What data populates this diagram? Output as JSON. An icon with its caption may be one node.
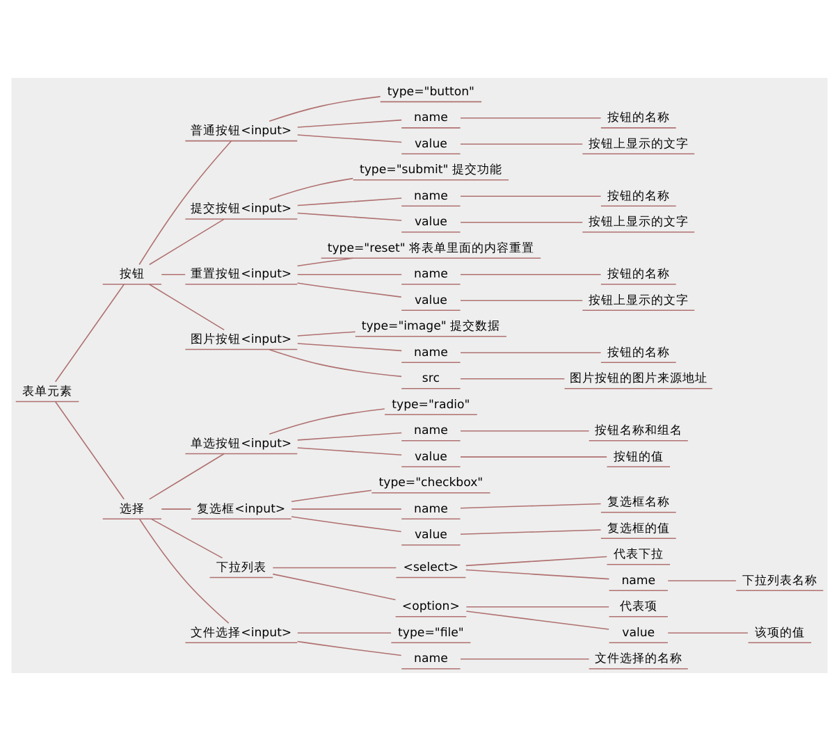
{
  "diagram": {
    "nodes": [
      {
        "text": [
          "表单元素"
        ]
      },
      {
        "text": [
          "按钮"
        ]
      },
      {
        "text": [
          "普通按钮<input>"
        ]
      },
      {
        "text": [
          "type=\"button\""
        ]
      },
      {
        "text": [
          "name"
        ]
      },
      {
        "text": [
          "按钮的名称"
        ]
      },
      {
        "text": [
          "value"
        ]
      },
      {
        "text": [
          "按钮上显示的文字"
        ]
      },
      {
        "text": [
          "提交按钮<input>"
        ]
      },
      {
        "text": [
          "type=\"submit\" 提交功能"
        ]
      },
      {
        "text": [
          "name"
        ]
      },
      {
        "text": [
          "按钮的名称"
        ]
      },
      {
        "text": [
          "value"
        ]
      },
      {
        "text": [
          "按钮上显示的文字"
        ]
      },
      {
        "text": [
          "重置按钮<input>"
        ]
      },
      {
        "text": [
          "type=\"reset\" 将表单里面的内容重置"
        ]
      },
      {
        "text": [
          "name"
        ]
      },
      {
        "text": [
          "按钮的名称"
        ]
      },
      {
        "text": [
          "value"
        ]
      },
      {
        "text": [
          "按钮上显示的文字"
        ]
      },
      {
        "text": [
          "图片按钮<input>"
        ]
      },
      {
        "text": [
          "type=\"image\" 提交数据"
        ]
      },
      {
        "text": [
          "name"
        ]
      },
      {
        "text": [
          "按钮的名称"
        ]
      },
      {
        "text": [
          "src"
        ]
      },
      {
        "text": [
          "图片按钮的图片来源地址"
        ]
      },
      {
        "text": [
          "选择"
        ]
      },
      {
        "text": [
          "单选按钮<input>"
        ]
      },
      {
        "text": [
          "type=\"radio\""
        ]
      },
      {
        "text": [
          "name"
        ]
      },
      {
        "text": [
          "按钮名称和组名"
        ]
      },
      {
        "text": [
          "value"
        ]
      },
      {
        "text": [
          "按钮的值"
        ]
      },
      {
        "text": [
          "复选框<input>"
        ]
      },
      {
        "text": [
          "type=\"checkbox\""
        ]
      },
      {
        "text": [
          "name"
        ]
      },
      {
        "text": [
          "复选框名称"
        ]
      },
      {
        "text": [
          "value"
        ]
      },
      {
        "text": [
          "复选框的值"
        ]
      },
      {
        "text": [
          "下拉列表"
        ]
      },
      {
        "text": [
          "<select>"
        ]
      },
      {
        "text": [
          "代表下拉"
        ]
      },
      {
        "text": [
          "name"
        ]
      },
      {
        "text": [
          "下拉列表名称"
        ]
      },
      {
        "text": [
          "<option>"
        ]
      },
      {
        "text": [
          "代表项"
        ]
      },
      {
        "text": [
          "value"
        ]
      },
      {
        "text": [
          "该项的值"
        ]
      },
      {
        "text": [
          "文件选择<input>"
        ]
      },
      {
        "text": [
          "type=\"file\""
        ]
      },
      {
        "text": [
          "name"
        ]
      },
      {
        "text": [
          "文件选择的名称"
        ]
      }
    ],
    "edges": [
      {
        "from": 0,
        "to": 1,
        "arrow": "none"
      },
      {
        "from": 1,
        "to": 2,
        "arrow": "none"
      },
      {
        "from": 2,
        "to": 3,
        "arrow": "none"
      },
      {
        "from": 2,
        "to": 4,
        "arrow": "none"
      },
      {
        "from": 4,
        "to": 5,
        "arrow": "none"
      },
      {
        "from": 2,
        "to": 6,
        "arrow": "none"
      },
      {
        "from": 6,
        "to": 7,
        "arrow": "none"
      },
      {
        "from": 1,
        "to": 8,
        "arrow": "none"
      },
      {
        "from": 8,
        "to": 9,
        "arrow": "none"
      },
      {
        "from": 8,
        "to": 10,
        "arrow": "none"
      },
      {
        "from": 10,
        "to": 11,
        "arrow": "none"
      },
      {
        "from": 8,
        "to": 12,
        "arrow": "none"
      },
      {
        "from": 12,
        "to": 13,
        "arrow": "none"
      },
      {
        "from": 1,
        "to": 14,
        "arrow": "none"
      },
      {
        "from": 14,
        "to": 15,
        "arrow": "none"
      },
      {
        "from": 14,
        "to": 16,
        "arrow": "none"
      },
      {
        "from": 16,
        "to": 17,
        "arrow": "none"
      },
      {
        "from": 14,
        "to": 18,
        "arrow": "none"
      },
      {
        "from": 18,
        "to": 19,
        "arrow": "none"
      },
      {
        "from": 1,
        "to": 20,
        "arrow": "none"
      },
      {
        "from": 20,
        "to": 21,
        "arrow": "none"
      },
      {
        "from": 20,
        "to": 22,
        "arrow": "none"
      },
      {
        "from": 22,
        "to": 23,
        "arrow": "none"
      },
      {
        "from": 20,
        "to": 24,
        "arrow": "none"
      },
      {
        "from": 24,
        "to": 25,
        "arrow": "none"
      },
      {
        "from": 0,
        "to": 26,
        "arrow": "none"
      },
      {
        "from": 26,
        "to": 27,
        "arrow": "none"
      },
      {
        "from": 27,
        "to": 28,
        "arrow": "none"
      },
      {
        "from": 27,
        "to": 29,
        "arrow": "none"
      },
      {
        "from": 29,
        "to": 30,
        "arrow": "none"
      },
      {
        "from": 27,
        "to": 31,
        "arrow": "none"
      },
      {
        "from": 31,
        "to": 32,
        "arrow": "none"
      },
      {
        "from": 26,
        "to": 33,
        "arrow": "none"
      },
      {
        "from": 33,
        "to": 34,
        "arrow": "none"
      },
      {
        "from": 33,
        "to": 35,
        "arrow": "none"
      },
      {
        "from": 35,
        "to": 36,
        "arrow": "none"
      },
      {
        "from": 33,
        "to": 37,
        "arrow": "none"
      },
      {
        "from": 37,
        "to": 38,
        "arrow": "none"
      },
      {
        "from": 26,
        "to": 39,
        "arrow": "none"
      },
      {
        "from": 39,
        "to": 40,
        "arrow": "none"
      },
      {
        "from": 40,
        "to": 41,
        "arrow": "none"
      },
      {
        "from": 40,
        "to": 42,
        "arrow": "none"
      },
      {
        "from": 42,
        "to": 43,
        "arrow": "none"
      },
      {
        "from": 39,
        "to": 44,
        "arrow": "none"
      },
      {
        "from": 44,
        "to": 45,
        "arrow": "none"
      },
      {
        "from": 44,
        "to": 46,
        "arrow": "none"
      },
      {
        "from": 46,
        "to": 47,
        "arrow": "none"
      },
      {
        "from": 26,
        "to": 48,
        "arrow": "none"
      },
      {
        "from": 48,
        "to": 49,
        "arrow": "none"
      },
      {
        "from": 48,
        "to": 50,
        "arrow": "none"
      },
      {
        "from": 50,
        "to": 51,
        "arrow": "none"
      }
    ]
  }
}
